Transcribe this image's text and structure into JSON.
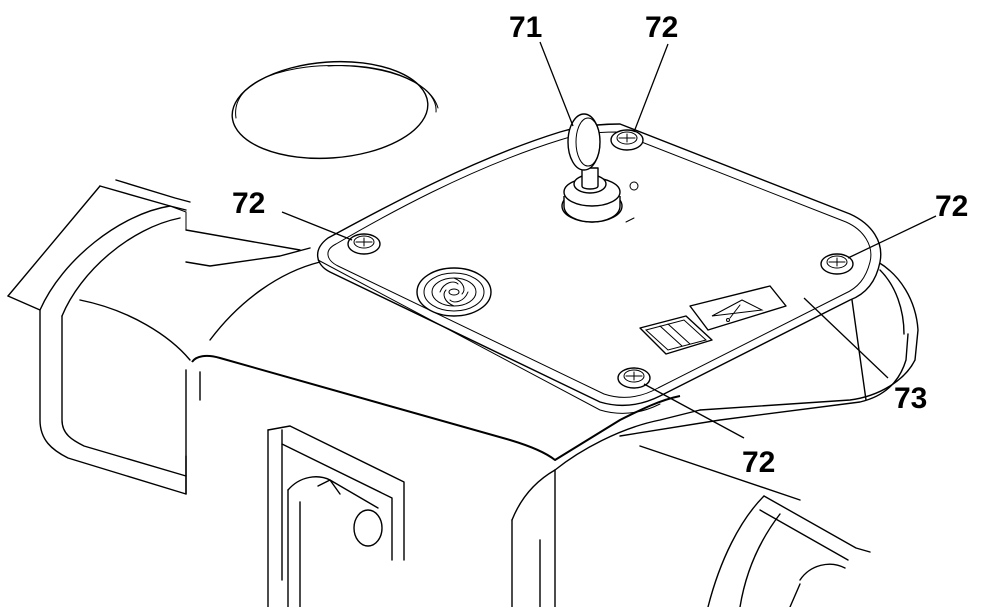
{
  "callouts": [
    {
      "id": "key",
      "label": "71"
    },
    {
      "id": "screw-top",
      "label": "72"
    },
    {
      "id": "screw-left",
      "label": "72"
    },
    {
      "id": "screw-right",
      "label": "72"
    },
    {
      "id": "screw-bottom",
      "label": "72"
    },
    {
      "id": "cover-plate",
      "label": "73"
    }
  ],
  "colors": {
    "line": "#000000",
    "background": "#ffffff"
  },
  "icons": [
    "key-switch-icon",
    "screw-head-icon",
    "fan-vent-icon",
    "rocker-switch-icon",
    "warning-triangle-icon"
  ]
}
